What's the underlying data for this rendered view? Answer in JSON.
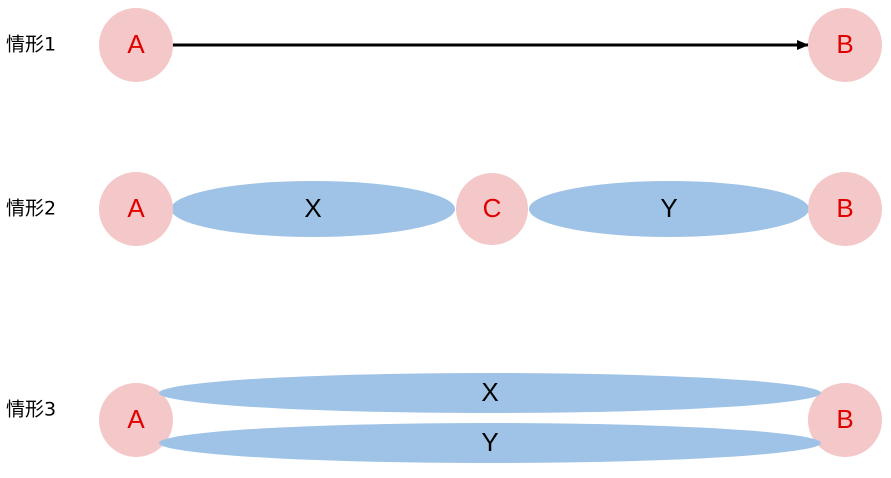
{
  "colors": {
    "node_fill": "#f4c7c8",
    "node_text": "#e00000",
    "ellipse_fill": "#9fc3e6",
    "ellipse_text": "#000000",
    "arrow": "#000000"
  },
  "scenario1": {
    "label": "情形1",
    "node_a": "A",
    "node_b": "B"
  },
  "scenario2": {
    "label": "情形2",
    "node_a": "A",
    "node_c": "C",
    "node_b": "B",
    "ellipse_x": "X",
    "ellipse_y": "Y"
  },
  "scenario3": {
    "label": "情形3",
    "node_a": "A",
    "node_b": "B",
    "ellipse_x": "X",
    "ellipse_y": "Y"
  }
}
